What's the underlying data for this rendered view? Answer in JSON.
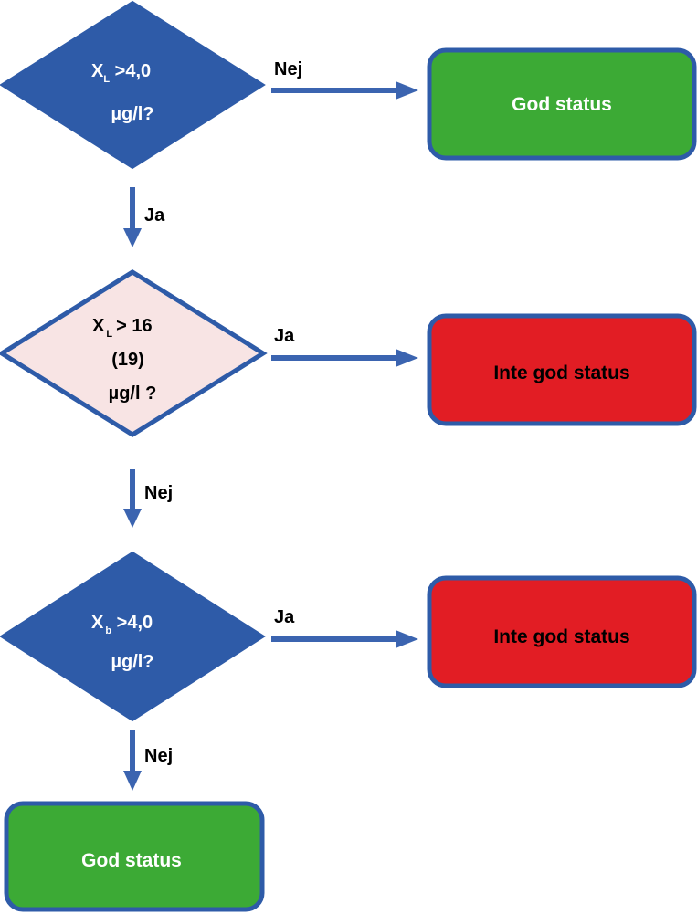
{
  "colors": {
    "diamond_blue": "#2E5BA8",
    "diamond_light": "#F8E4E4",
    "arrow": "#3B64B0",
    "box_border": "#2E5BA8",
    "green": "#3CAA35",
    "red": "#E21D24"
  },
  "decision1": {
    "var": "X",
    "sub": "L",
    "line1_rest": " >4,0",
    "line2": "µg/l?"
  },
  "decision2": {
    "var": "X",
    "sub": "L",
    "line1_rest": "> 16",
    "line2": "(19)",
    "line3": "µg/l ?"
  },
  "decision3": {
    "var": "X",
    "sub": "b",
    "line1_rest": " >4,0",
    "line2": "µg/l?"
  },
  "labels": {
    "d1_right": "Nej",
    "d1_down": "Ja",
    "d2_right": "Ja",
    "d2_down": "Nej",
    "d3_right": "Ja",
    "d3_down": "Nej"
  },
  "outcomes": {
    "box1": "God status",
    "box2": "Inte god status",
    "box3": "Inte god status",
    "box4": "God status"
  }
}
